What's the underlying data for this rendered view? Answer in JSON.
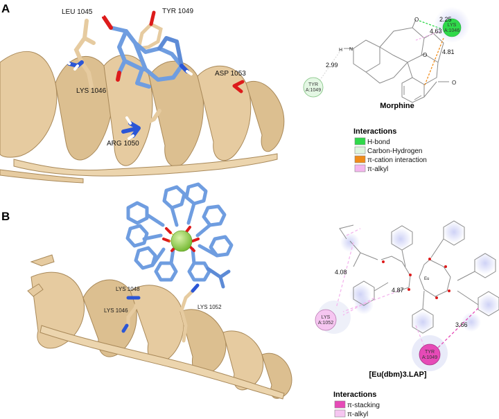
{
  "panels": [
    {
      "letter": "A",
      "residues": [
        "LEU 1045",
        "TYR 1049",
        "LYS 1046",
        "ASP 1053",
        "ARG 1050"
      ],
      "map": {
        "nodes": [
          {
            "name": "LYS",
            "id": "A:1046",
            "color": "#2fd94a"
          },
          {
            "name": "TYR",
            "id": "A:1049",
            "color": "#e4f7e4"
          }
        ],
        "distances": [
          "2.25",
          "4.63",
          "4.81",
          "2.99"
        ],
        "atom_labels": [
          "H",
          "N",
          "O",
          "O",
          "O"
        ],
        "title": "Morphine"
      },
      "legend": {
        "title": "Interactions",
        "items": [
          {
            "label": "H-bond",
            "color": "#2fd94a"
          },
          {
            "label": "Carbon-Hydrogen",
            "color": "#dff5df"
          },
          {
            "label": "π-cation interaction",
            "color": "#f08c1a"
          },
          {
            "label": "π-alkyl",
            "color": "#f4b6ee"
          }
        ]
      }
    },
    {
      "letter": "B",
      "residues": [
        "LYS 1048",
        "LYS 1046",
        "LYS 1052"
      ],
      "map": {
        "nodes": [
          {
            "name": "LYS",
            "id": "A:1052",
            "color": "#f6c6f1"
          },
          {
            "name": "TYR",
            "id": "A:1049",
            "color": "#e64ab7"
          }
        ],
        "distances": [
          "4.08",
          "4.87",
          "3.66"
        ],
        "atom_labels": [
          "Eu"
        ],
        "title": "[Eu(dbm)3.LAP]"
      },
      "legend": {
        "title": "Interactions",
        "items": [
          {
            "label": "π-stacking",
            "color": "#e64ab7"
          },
          {
            "label": "π-alkyl",
            "color": "#f6c6f1"
          }
        ]
      }
    }
  ],
  "colors": {
    "helix": "#e6cba0",
    "helix_edge": "#a88858",
    "ligand_carbon": "#6f9de0",
    "oxygen": "#dd1b1b",
    "nitrogen": "#2b56d6",
    "metal": "#8fd048"
  }
}
